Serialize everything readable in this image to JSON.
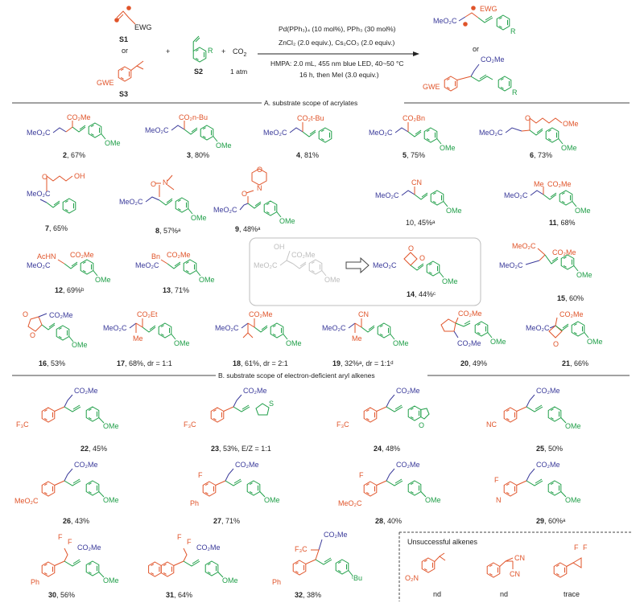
{
  "scheme": {
    "s1_label": "S1",
    "or1": "or",
    "s3_label": "S3",
    "s2_label": "S2",
    "s1_ewg": "EWG",
    "s3_gwe": "GWE",
    "s2_r": "R",
    "plus1": "+",
    "plus2": "+",
    "co2": "CO",
    "co2_sub": "2",
    "atm": "1 atm",
    "cond1": "Pd(PPh₃)₄ (10 mol%), PPh₃ (30 mol%)",
    "cond2": "ZnCl₂ (2.0 equiv.), Cs₂CO₃ (2.0 equiv.)",
    "cond3": "HMPA: 2.0 mL, 455 nm blue LED, 40~50 °C",
    "cond4": "16 h, then MeI (3.0 equiv.)",
    "prod_or": "or",
    "prod1_ewg": "EWG",
    "prod1_ester": "MeO₂C",
    "prod1_r": "R",
    "prod2_ester": "CO₂Me",
    "prod2_gwe": "GWE",
    "prod2_r": "R"
  },
  "section_a": "A. substrate scope of acrylates",
  "section_b": "B. substrate scope of electron-deficient aryl alkenes",
  "compounds_a": [
    {
      "id": "2",
      "yield": ", 67%"
    },
    {
      "id": "3",
      "yield": ", 80%"
    },
    {
      "id": "4",
      "yield": ", 81%"
    },
    {
      "id": "5",
      "yield": ", 75%"
    },
    {
      "id": "6",
      "yield": ", 73%"
    },
    {
      "id": "7",
      "yield": ", 65%"
    },
    {
      "id": "8",
      "yield": ", 57%ᵃ"
    },
    {
      "id": "9",
      "yield": ", 48%ᵃ"
    },
    {
      "id": "10",
      "yield": "10, 45%ᵃ"
    },
    {
      "id": "11",
      "yield": ", 68%"
    },
    {
      "id": "12",
      "yield": ", 69%ᵇ"
    },
    {
      "id": "13",
      "yield": ", 71%"
    },
    {
      "id": "14",
      "yield": ", 44%ᶜ"
    },
    {
      "id": "15",
      "yield": ", 60%"
    },
    {
      "id": "16",
      "yield": ", 53%"
    },
    {
      "id": "17",
      "yield": ", 68%, dr = 1:1"
    },
    {
      "id": "18",
      "yield": ", 61%, dr = 2:1"
    },
    {
      "id": "19",
      "yield": ", 32%ᵃ, dr = 1:1ᵈ"
    },
    {
      "id": "20",
      "yield": ", 49%"
    },
    {
      "id": "21",
      "yield": ", 66%"
    }
  ],
  "compounds_b": [
    {
      "id": "22",
      "yield": ", 45%"
    },
    {
      "id": "23",
      "yield": ", 53%,  E/Z = 1:1"
    },
    {
      "id": "24",
      "yield": ", 48%"
    },
    {
      "id": "25",
      "yield": ", 50%"
    },
    {
      "id": "26",
      "yield": ", 43%"
    },
    {
      "id": "27",
      "yield": ", 71%"
    },
    {
      "id": "28",
      "yield": ", 40%"
    },
    {
      "id": "29",
      "yield": ", 60%ᵃ"
    },
    {
      "id": "30",
      "yield": ", 56%"
    },
    {
      "id": "31",
      "yield": ", 64%"
    },
    {
      "id": "32",
      "yield": ", 38%"
    }
  ],
  "unsuccessful": {
    "title": "Unsuccessful alkenes",
    "items": [
      "nd",
      "nd",
      "trace"
    ],
    "o2n": "O₂N",
    "cn": "CN"
  },
  "labels": {
    "meo2c": "MeO₂C",
    "co2me": "CO₂Me",
    "co2nbu": "CO₂n-Bu",
    "co2tbu": "CO₂t-Bu",
    "co2bn": "CO₂Bn",
    "co2et": "CO₂Et",
    "ome": "OMe",
    "oh": "OH",
    "o": "O",
    "n": "N",
    "cn": "CN",
    "me": "Me",
    "achn": "AcHN",
    "bn": "Bn",
    "f3c": "F₃C",
    "nc": "NC",
    "ph": "Ph",
    "f": "F",
    "s": "S",
    "tbu": "ᵗBu",
    "f3c_b": "F₃C"
  }
}
